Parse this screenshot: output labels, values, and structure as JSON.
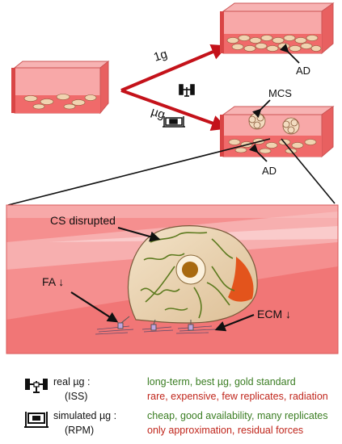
{
  "labels": {
    "one_g": "1g",
    "micro_g": "µg",
    "ad_top": "AD",
    "ad_bottom": "AD",
    "mcs": "MCS",
    "cs_disrupted": "CS disrupted",
    "fa": "FA ↓",
    "ecm": "ECM ↓"
  },
  "legend": [
    {
      "icon": "iss-satellite-icon",
      "name": "real µg :",
      "sub": "(ISS)",
      "pro": "long-term, best µg, gold standard",
      "con": "rare, expensive, few replicates, radiation"
    },
    {
      "icon": "rpm-machine-icon",
      "name": "simulated µg :",
      "sub": "(RPM)",
      "pro": "cheap,  good availability, many replicates",
      "con": "only approximation, residual forces"
    }
  ],
  "colors": {
    "flask_pink": "#f07a7a",
    "flask_dark": "#e24a4a",
    "arrow_red": "#c4121a",
    "cell_body": "#e9cfa9",
    "cytoskeleton": "#5c7a1e",
    "nucleus": "#a8690f",
    "pro_green": "#3a7d22",
    "con_red": "#c0261c"
  }
}
